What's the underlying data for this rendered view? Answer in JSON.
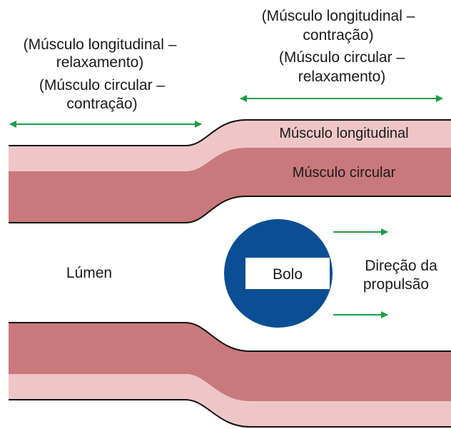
{
  "colors": {
    "longitudinal": "#eec6c8",
    "circular": "#c9797b",
    "outline": "#111111",
    "arrow": "#1a9e44",
    "bolus": "#0a4f93",
    "bolus_label_bg": "#ffffff",
    "text": "#1a1a1a"
  },
  "left_label": {
    "line1": "(Músculo longitudinal –",
    "line2": "relaxamento)",
    "line3": "(Músculo circular –",
    "line4": "contração)"
  },
  "right_label": {
    "line1": "(Músculo longitudinal –",
    "line2": "contração)",
    "line3": "(Músculo circular –",
    "line4": "relaxamento)"
  },
  "layer_labels": {
    "longitudinal": "Músculo longitudinal",
    "circular": "Músculo circular"
  },
  "lumen_label": "Lúmen",
  "bolus_label": "Bolo",
  "direction_label": {
    "line1": "Direção da",
    "line2": "propulsão"
  }
}
